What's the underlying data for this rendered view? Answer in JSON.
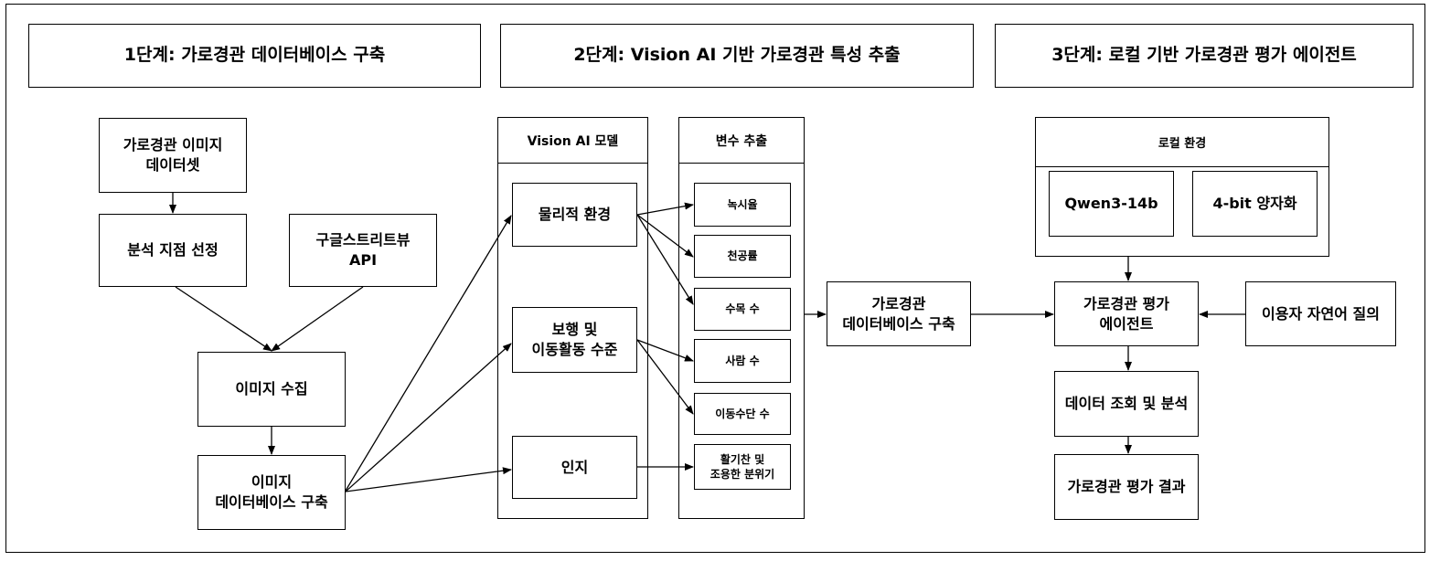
{
  "stages": {
    "stage1": "1단계: 가로경관 데이터베이스 구축",
    "stage2": "2단계: Vision AI 기반 가로경관 특성 추출",
    "stage3": "3단계: 로컬 기반 가로경관 평가 에이전트"
  },
  "stage1_nodes": {
    "dataset": "가로경관 이미지\n데이터셋",
    "site_selection": "분석 지점 선정",
    "streetview_api": "구글스트리트뷰\nAPI",
    "image_collection": "이미지 수집",
    "image_db": "이미지\n데이터베이스 구축"
  },
  "vision_panel": {
    "title": "Vision AI 모델",
    "items": [
      "물리적 환경",
      "보행 및\n이동활동 수준",
      "인지"
    ]
  },
  "variable_panel": {
    "title": "변수 추출",
    "items": [
      "녹시율",
      "천공률",
      "수목 수",
      "사람 수",
      "이동수단 수",
      "활기찬 및\n조용한 분위기"
    ]
  },
  "streetscape_db": "가로경관\n데이터베이스 구축",
  "local_panel": {
    "title": "로컬 환경",
    "model": "Qwen3-14b",
    "quantization": "4-bit 양자화"
  },
  "agent": "가로경관 평가\n에이전트",
  "user_query": "이용자 자연어 질의",
  "data_query": "데이터 조회 및 분석",
  "result": "가로경관 평가 결과"
}
